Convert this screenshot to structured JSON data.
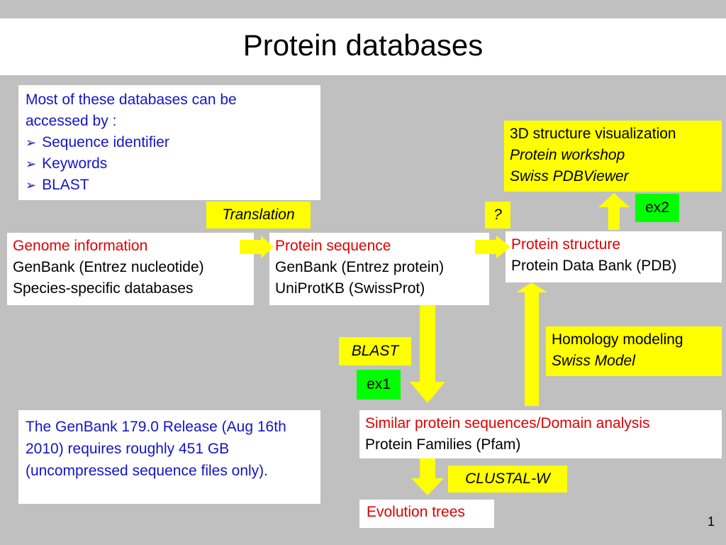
{
  "title": "Protein databases",
  "access_box": {
    "intro": "Most of these databases can be accessed by :",
    "items": [
      "Sequence identifier",
      "Keywords",
      "BLAST"
    ]
  },
  "genome_box": {
    "heading": "Genome information",
    "line1": "GenBank (Entrez nucleotide)",
    "line2": "Species-specific databases"
  },
  "sequence_box": {
    "heading": "Protein sequence",
    "line1": "GenBank (Entrez protein)",
    "line2": "UniProtKB (SwissProt)"
  },
  "structure_box": {
    "heading": "Protein structure",
    "line1": "Protein Data Bank (PDB)"
  },
  "visualization_box": {
    "heading": "3D structure visualization",
    "line1": "Protein workshop",
    "line2": "Swiss PDBViewer"
  },
  "homology_box": {
    "heading": "Homology modeling",
    "line1": "Swiss Model"
  },
  "similar_box": {
    "heading": "Similar protein sequences/Domain analysis",
    "line1": "Protein Families (Pfam)"
  },
  "evolution_box": {
    "heading": "Evolution trees"
  },
  "genbank_note": "The GenBank 179.0 Release (Aug 16th 2010) requires roughly 451 GB (uncompressed sequence files only).",
  "labels": {
    "translation": "Translation",
    "question": "?",
    "blast": "BLAST",
    "clustal": "CLUSTAL-W",
    "ex1": "ex1",
    "ex2": "ex2"
  },
  "page_number": "1",
  "colors": {
    "arrow": "#ffff00",
    "highlight": "#ffff00",
    "example": "#00ff00",
    "heading_red": "#e00000",
    "text_blue": "#1414c8"
  }
}
